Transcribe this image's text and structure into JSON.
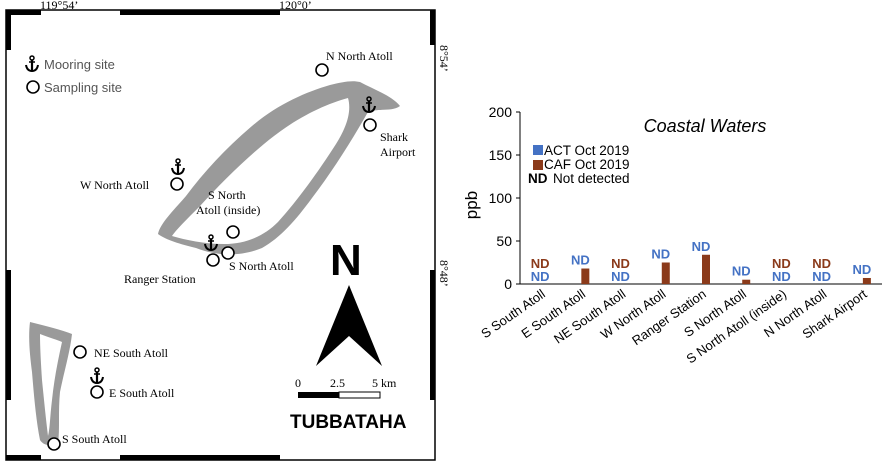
{
  "map": {
    "coord_top_left": "119°54’",
    "coord_top_right": "120°0’",
    "coord_right_top": "8°54’",
    "coord_right_bottom": "8°48’",
    "legend": {
      "mooring": "Mooring site",
      "sampling": "Sampling site"
    },
    "labels": {
      "n_north_atoll": "N North Atoll",
      "shark_airport_1": "Shark",
      "shark_airport_2": "Airport",
      "w_north_atoll": "W North Atoll",
      "s_north_inside_1": "S North",
      "s_north_inside_2": "Atoll (inside)",
      "s_north_atoll": "S North Atoll",
      "ranger_station": "Ranger Station",
      "ne_south_atoll": "NE South Atoll",
      "e_south_atoll": "E South Atoll",
      "s_south_atoll": "S South Atoll"
    },
    "north_letter": "N",
    "scale": {
      "t0": "0",
      "t1": "2.5",
      "t2": "5 km"
    },
    "place_name": "TUBBATAHA",
    "colors": {
      "land": "#9a9a9a",
      "frame": "#000000"
    }
  },
  "chart_data": {
    "type": "bar",
    "title": "Coastal Waters",
    "ylabel": "ppb",
    "xlabel": "",
    "ylim": [
      0,
      200
    ],
    "yticks": [
      "0",
      "50",
      "100",
      "150",
      "200"
    ],
    "categories": [
      "S South Atoll",
      "E South Atoll",
      "NE South Atoll",
      "W North Atoll",
      "Ranger Station",
      "S North Atoll",
      "S North Atoll (inside)",
      "N North Atoll",
      "Shark Airport"
    ],
    "series": [
      {
        "name": "ACT Oct 2019",
        "color": "#4472c4",
        "values": [
          null,
          null,
          null,
          null,
          null,
          null,
          null,
          null,
          null
        ],
        "labels": [
          "ND",
          "ND",
          "ND",
          "ND",
          "ND",
          "ND",
          "ND",
          "ND",
          "ND"
        ]
      },
      {
        "name": "CAF Oct 2019",
        "color": "#8b3a1a",
        "values": [
          null,
          18,
          null,
          25,
          34,
          5,
          null,
          null,
          7
        ],
        "labels": [
          "ND",
          "",
          "ND",
          "",
          "",
          "",
          "ND",
          "ND",
          ""
        ]
      }
    ],
    "legend_nd_key": "ND",
    "legend_nd_text": "Not detected",
    "legend_position": "top-left",
    "grid": false
  }
}
